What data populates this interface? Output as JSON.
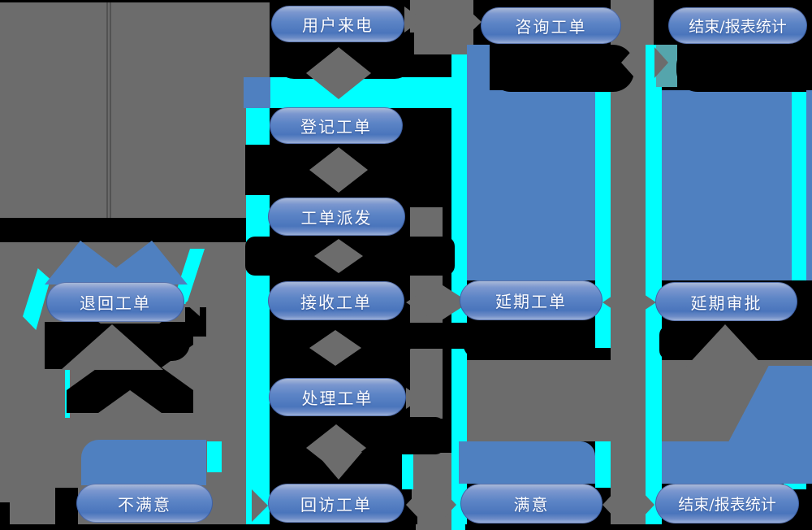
{
  "diagram": {
    "type": "flowchart",
    "language": "zh-CN",
    "nodes": [
      {
        "id": "user-call",
        "label": "用户来电"
      },
      {
        "id": "consult-ticket",
        "label": "咨询工单"
      },
      {
        "id": "end-report-top",
        "label": "结束/报表统计"
      },
      {
        "id": "register-ticket",
        "label": "登记工单"
      },
      {
        "id": "dispatch-ticket",
        "label": "工单派发"
      },
      {
        "id": "return-ticket",
        "label": "退回工单"
      },
      {
        "id": "receive-ticket",
        "label": "接收工单"
      },
      {
        "id": "delay-ticket",
        "label": "延期工单"
      },
      {
        "id": "delay-approval",
        "label": "延期审批"
      },
      {
        "id": "process-ticket",
        "label": "处理工单"
      },
      {
        "id": "unsatisfied",
        "label": "不满意"
      },
      {
        "id": "revisit-ticket",
        "label": "回访工单"
      },
      {
        "id": "satisfied",
        "label": "满意"
      },
      {
        "id": "end-report-bottom",
        "label": "结束/报表统计"
      }
    ],
    "colors": {
      "node_gradient_top": "#a9b9d8",
      "node_gradient_bottom": "#4a75bc",
      "band_blue": "#4f80c0",
      "artifact_cyan": "#00ffff",
      "background_gray": "#6c6c6c",
      "shadow_black": "#000000",
      "teal_patch": "#55a5ac",
      "node_text": "#fbfcff"
    }
  }
}
